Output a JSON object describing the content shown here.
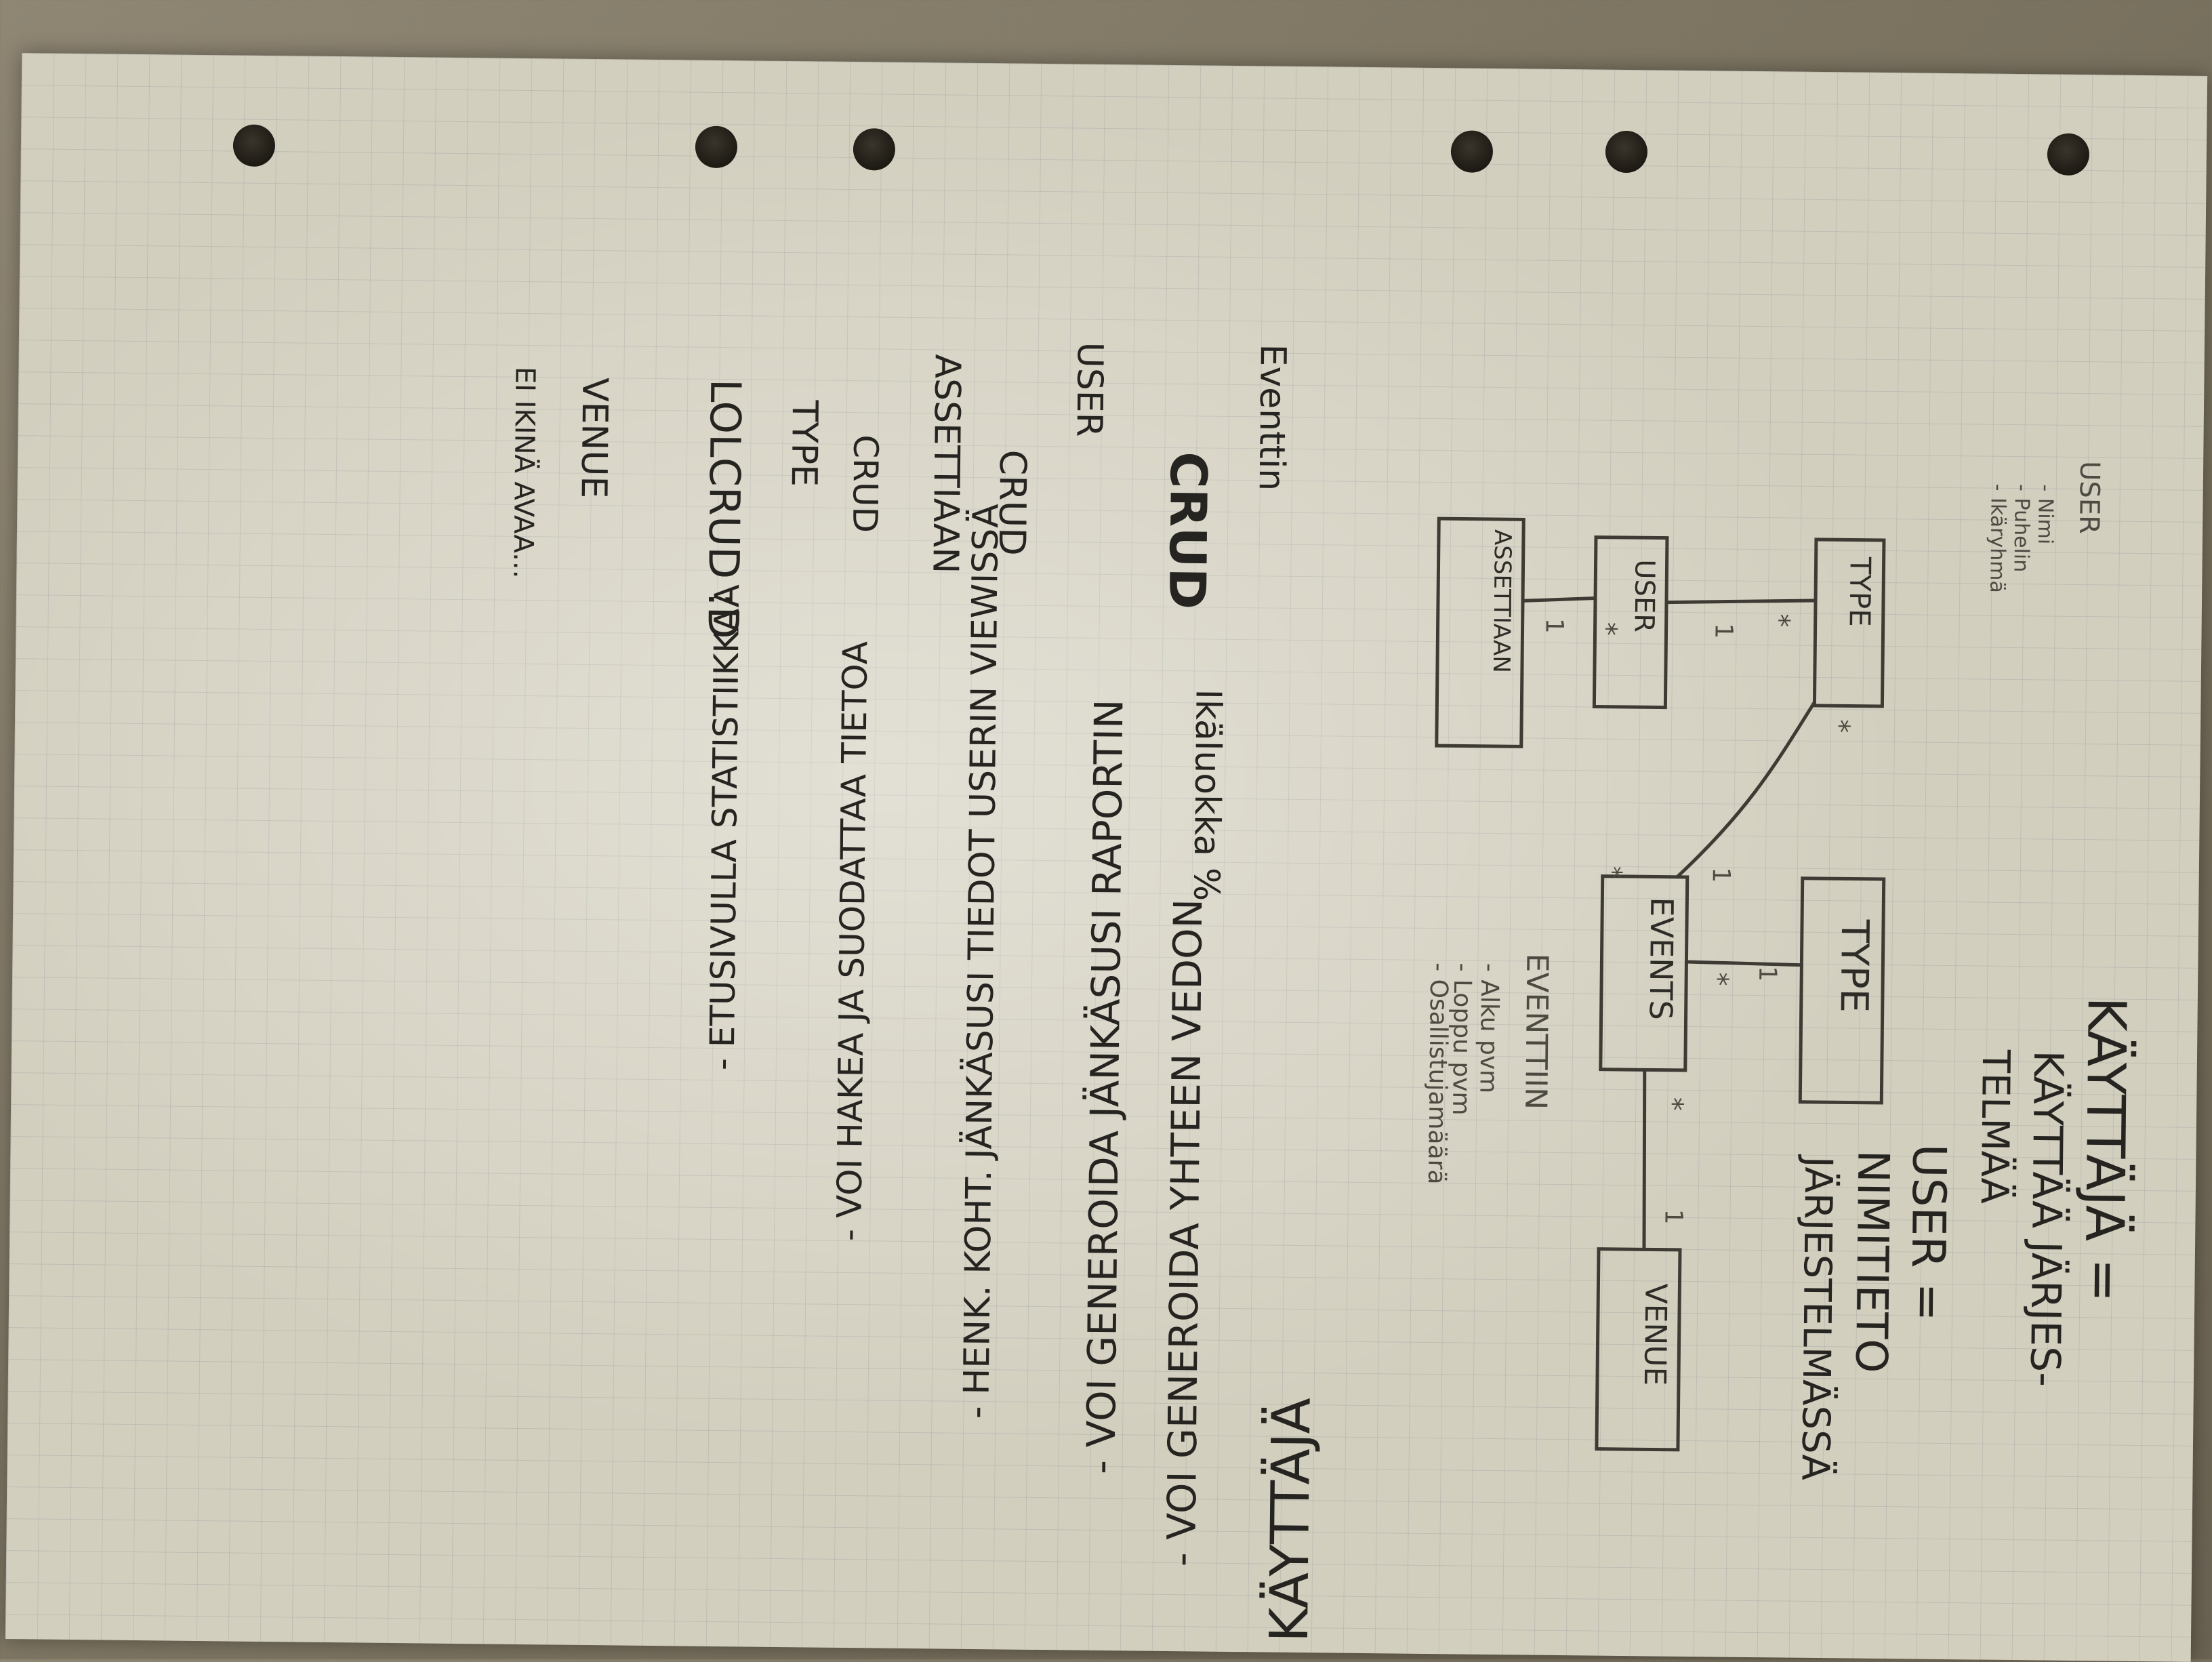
{
  "diagram": {
    "title": "USER",
    "title_notes": [
      "- Nimi",
      "- Puhelin",
      "- Ikäryhmä"
    ],
    "entities": [
      "ASSETTIAAN",
      "USER",
      "TYPE",
      "EVENTS",
      "TYPE",
      "VENUE"
    ],
    "multiplicities": [
      "1",
      "*",
      "1",
      "*",
      "*",
      "1",
      "*",
      "1",
      "*",
      "1",
      "*"
    ],
    "events_notes_title": "EVENTTIIN",
    "events_notes": [
      "- Alku pvm",
      "- Loppu pvm",
      "- Osallistujamäärä"
    ]
  },
  "left_text": {
    "lines": [
      "Eventtin",
      "CRUD",
      "Ikäluokka %",
      "USER",
      "CRUD",
      "ASSETTIAAN",
      "CRUD",
      "TYPE",
      "LOLCRUD :D",
      "VENUE",
      "EI IKINÄ AVAA..."
    ]
  },
  "right_text": {
    "heading": "KÄYTTÄJÄ =",
    "lines": [
      "KÄYTTÄÄ JÄRJES-",
      "TELMÄÄ",
      "USER =",
      "NIMITIETO",
      "JÄRJESTELMÄSSÄ"
    ]
  },
  "bottom_text": {
    "heading": "KÄYTTÄJÄ",
    "bullets": [
      "- VOI GENEROIDA YHTEEN VEDON",
      "- VOI GENEROIDA JÄNKÄSUSI RAPORTIN",
      "- HENK. KOHT. JÄNKÄSUSI TIEDOT USERIN VIEWISSÄ",
      "- VOI HAKEA JA SUODATTAA TIETOA",
      "- ETUSIVULLA STATISTIIKKAA"
    ]
  }
}
